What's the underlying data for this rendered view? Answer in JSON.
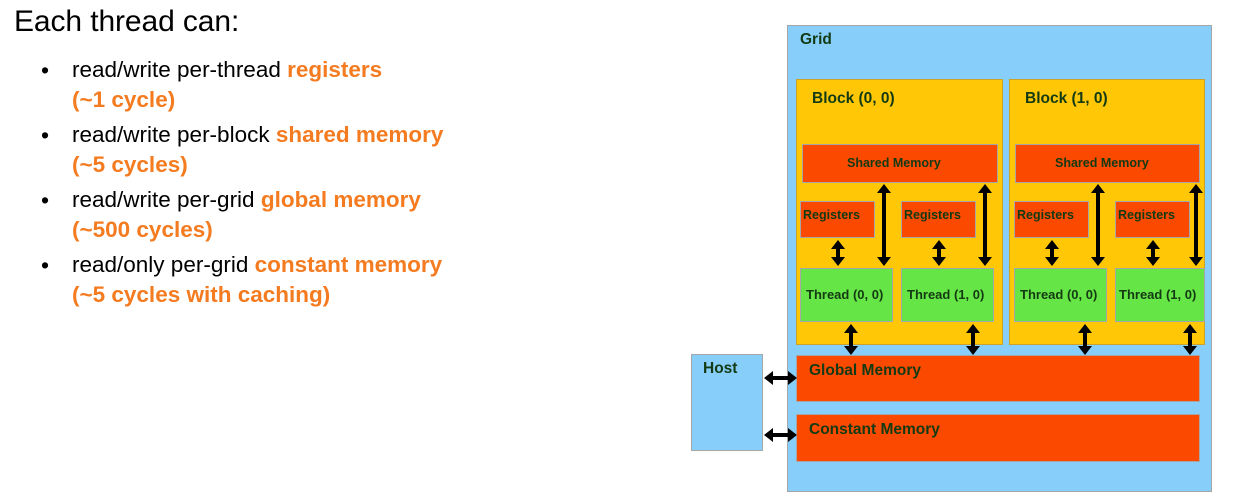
{
  "slide": {
    "heading": "Each thread can:",
    "bullets": [
      {
        "marker": "•",
        "plain_prefix": "read/write per-thread ",
        "highlight": "registers",
        "detail": "(~1 cycle)"
      },
      {
        "marker": "•",
        "plain_prefix": "read/write per-block ",
        "highlight": "shared memory",
        "detail": "(~5 cycles)"
      },
      {
        "marker": "•",
        "plain_prefix": "read/write per-grid ",
        "highlight": "global memory",
        "detail": "(~500 cycles)"
      },
      {
        "marker": "•",
        "plain_prefix": "read/only per-grid ",
        "highlight": "constant memory",
        "detail": "(~5 cycles with caching)"
      }
    ]
  },
  "diagram": {
    "host": {
      "label": "Host"
    },
    "grid": {
      "label": "Grid"
    },
    "blocks": [
      {
        "label": "Block (0, 0)",
        "shared_memory": "Shared Memory",
        "registers": [
          "Registers",
          "Registers"
        ],
        "threads": [
          "Thread (0, 0)",
          "Thread (1, 0)"
        ]
      },
      {
        "label": "Block (1, 0)",
        "shared_memory": "Shared Memory",
        "registers": [
          "Registers",
          "Registers"
        ],
        "threads": [
          "Thread (0, 0)",
          "Thread (1, 0)"
        ]
      }
    ],
    "global_memory": {
      "label": "Global Memory"
    },
    "constant_memory": {
      "label": "Constant Memory"
    }
  },
  "colors": {
    "grid_blue": "#87CEFA",
    "block_yellow": "#FFC706",
    "memory_orange": "#FB4A00",
    "thread_green": "#66E546",
    "label_green": "#133A13",
    "highlight_orange": "#F47B20",
    "arrow_black": "#000000",
    "border_gray": "#A6A6A6",
    "background": "#FFFFFF"
  }
}
